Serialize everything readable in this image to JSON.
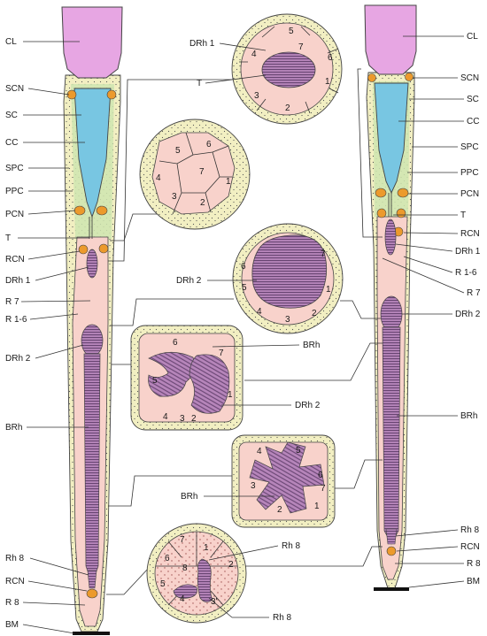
{
  "colors": {
    "lens": "#e7a6e3",
    "cone": "#78c6e2",
    "pigment": "#f2efc2",
    "pink": "#f8d2cb",
    "rhabdom": "#b685ba",
    "stripe": "#5f3d6a",
    "nucleus": "#ec9a2c",
    "green": "#cfe5b0"
  },
  "left_labels": [
    {
      "text": "CL"
    },
    {
      "text": "SCN"
    },
    {
      "text": "SC"
    },
    {
      "text": "CC"
    },
    {
      "text": "SPC"
    },
    {
      "text": "PPC"
    },
    {
      "text": "PCN"
    },
    {
      "text": "T"
    },
    {
      "text": "RCN"
    },
    {
      "text": "DRh 1"
    },
    {
      "text": "R 7"
    },
    {
      "text": "R 1-6"
    },
    {
      "text": "DRh 2"
    },
    {
      "text": "BRh"
    },
    {
      "text": "Rh 8"
    },
    {
      "text": "RCN"
    },
    {
      "text": "R 8"
    },
    {
      "text": "BM"
    }
  ],
  "right_labels": [
    {
      "text": "CL"
    },
    {
      "text": "SCN"
    },
    {
      "text": "SC"
    },
    {
      "text": "CC"
    },
    {
      "text": "SPC"
    },
    {
      "text": "PPC"
    },
    {
      "text": "PCN"
    },
    {
      "text": "T"
    },
    {
      "text": "RCN"
    },
    {
      "text": "DRh 1"
    },
    {
      "text": "R 1-6"
    },
    {
      "text": "R 7"
    },
    {
      "text": "DRh 2"
    },
    {
      "text": "BRh"
    },
    {
      "text": "Rh 8"
    },
    {
      "text": "RCN"
    },
    {
      "text": "R 8"
    },
    {
      "text": "BM"
    }
  ],
  "sections": {
    "s1": {
      "label_drh": "DRh 1",
      "label_t": "T",
      "cells": [
        "5",
        "7",
        "6",
        "1",
        "2",
        "3",
        "4"
      ]
    },
    "s2": {
      "cells": [
        "5",
        "6",
        "7",
        "4",
        "1",
        "3",
        "2"
      ]
    },
    "s3": {
      "label": "DRh 2",
      "cells": [
        "6",
        "7",
        "5",
        "4",
        "3",
        "2",
        "1"
      ]
    },
    "s4": {
      "label_brh": "BRh",
      "label_drh": "DRh 2",
      "cells": [
        "6",
        "7",
        "5",
        "4",
        "3",
        "2",
        "1"
      ]
    },
    "s5": {
      "label": "BRh",
      "cells": [
        "4",
        "5",
        "6",
        "3",
        "7",
        "1",
        "2"
      ]
    },
    "s6": {
      "label_top": "Rh 8",
      "label_bottom": "Rh 8",
      "cells": [
        "7",
        "1",
        "6",
        "2",
        "8",
        "5",
        "4",
        "3'"
      ]
    }
  }
}
